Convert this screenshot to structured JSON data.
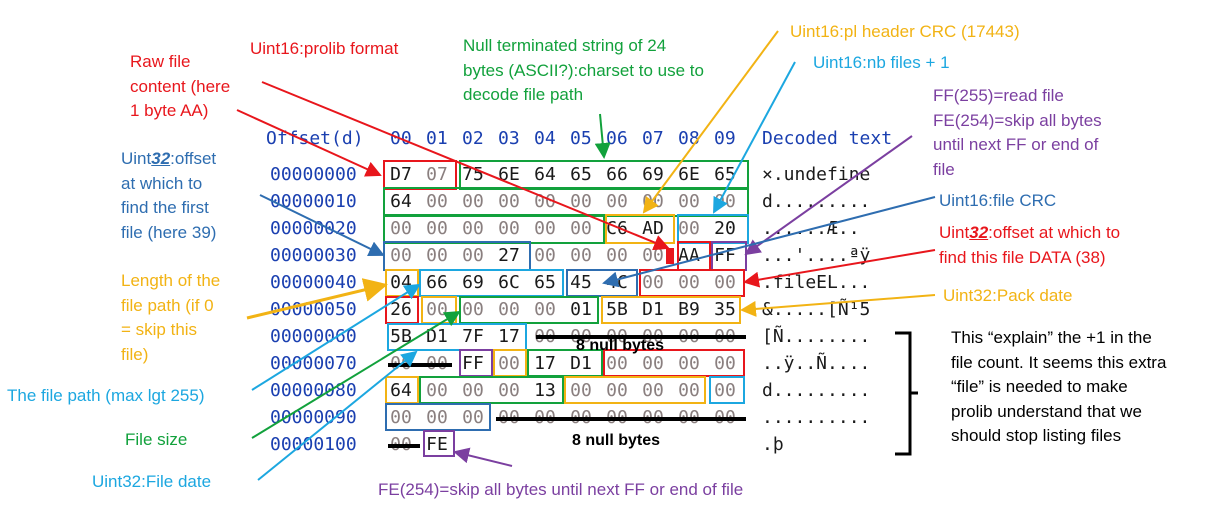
{
  "hexview": {
    "offset_header": "Offset(d)",
    "col_headers": [
      "00",
      "01",
      "02",
      "03",
      "04",
      "05",
      "06",
      "07",
      "08",
      "09"
    ],
    "decoded_header": "Decoded text",
    "rows": [
      {
        "offset": "00000000",
        "bytes": [
          "D7",
          "07",
          "75",
          "6E",
          "64",
          "65",
          "66",
          "69",
          "6E",
          "65"
        ],
        "decoded": "×.undefine"
      },
      {
        "offset": "00000010",
        "bytes": [
          "64",
          "00",
          "00",
          "00",
          "00",
          "00",
          "00",
          "00",
          "00",
          "00"
        ],
        "decoded": "d........."
      },
      {
        "offset": "00000020",
        "bytes": [
          "00",
          "00",
          "00",
          "00",
          "00",
          "00",
          "C6",
          "AD",
          "00",
          "20"
        ],
        "decoded": "......Æ.. "
      },
      {
        "offset": "00000030",
        "bytes": [
          "00",
          "00",
          "00",
          "27",
          "00",
          "00",
          "00",
          "00",
          "AA",
          "FF"
        ],
        "decoded": "...'....ªÿ"
      },
      {
        "offset": "00000040",
        "bytes": [
          "04",
          "66",
          "69",
          "6C",
          "65",
          "45",
          "4C",
          "00",
          "00",
          "00"
        ],
        "decoded": ".fileEL..."
      },
      {
        "offset": "00000050",
        "bytes": [
          "26",
          "00",
          "00",
          "00",
          "00",
          "01",
          "5B",
          "D1",
          "B9",
          "35"
        ],
        "decoded": "&.....[Ñ¹5"
      },
      {
        "offset": "00000060",
        "bytes": [
          "5B",
          "D1",
          "7F",
          "17",
          "00",
          "00",
          "00",
          "00",
          "00",
          "00"
        ],
        "decoded": "[Ñ........"
      },
      {
        "offset": "00000070",
        "bytes": [
          "00",
          "00",
          "FF",
          "00",
          "17",
          "D1",
          "00",
          "00",
          "00",
          "00"
        ],
        "decoded": "..ÿ..Ñ...."
      },
      {
        "offset": "00000080",
        "bytes": [
          "64",
          "00",
          "00",
          "00",
          "13",
          "00",
          "00",
          "00",
          "00",
          "00"
        ],
        "decoded": "d........."
      },
      {
        "offset": "00000090",
        "bytes": [
          "00",
          "00",
          "00",
          "00",
          "00",
          "00",
          "00",
          "00",
          "00",
          "00"
        ],
        "decoded": ".........."
      },
      {
        "offset": "00000100",
        "bytes": [
          "00",
          "FE"
        ],
        "decoded": ".þ"
      }
    ],
    "null_label_1": "8 null bytes",
    "null_label_2": "8 null bytes"
  },
  "annotations": {
    "raw_file": "Raw file\ncontent (here\n1 byte AA)",
    "prolib_format": "Uint16:prolib format",
    "charset": "Null terminated string of 24\nbytes (ASCII?):charset to use to\ndecode file path",
    "pl_header_crc": "Uint16:pl header CRC (17443)",
    "nb_files": "Uint16:nb files + 1",
    "read_skip": "FF(255)=read file\nFE(254)=skip all bytes\nuntil next FF or end of\nfile",
    "first_file_offset_prefix": "Uint",
    "first_file_offset_num": "32",
    "first_file_offset_rest": ":offset\nat which to\nfind the first\nfile (here 39)",
    "file_crc": "Uint16:file CRC",
    "data_offset_prefix": "Uint",
    "data_offset_num": "32",
    "data_offset_rest": ":offset at which to\nfind this file DATA (38)",
    "path_length": "Length of the\nfile path (if 0\n= skip this\nfile)",
    "pack_date": "Uint32:Pack date",
    "explain": "This “explain” the +1 in the\nfile count. It seems this extra\n“file” is needed to make\nprolib understand that we\nshould stop listing files",
    "file_path": "The file path (max lgt 255)",
    "file_size": "File size",
    "file_date": "Uint32:File date",
    "fe_skip": "FE(254)=skip all bytes until next FF or end of file"
  },
  "colors": {
    "hex_blue": "#1a3fb0",
    "red": "#e8161c",
    "green": "#12a13c",
    "orange": "#f2b314",
    "cyan": "#1ca7e0",
    "purple": "#7b3fa0",
    "steelblue": "#2e6db0"
  }
}
